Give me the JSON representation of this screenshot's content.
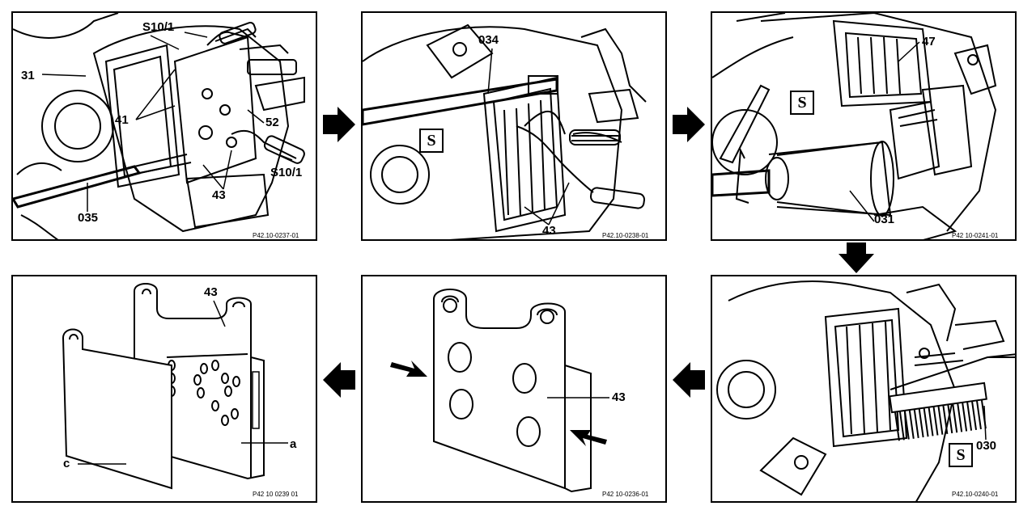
{
  "panels": [
    {
      "id": "p1",
      "code": "P42.10-0237-01",
      "labels": {
        "a": "S10/1",
        "b": "31",
        "c": "41",
        "d": "52",
        "e": "S10/1",
        "f": "43",
        "g": "035"
      }
    },
    {
      "id": "p2",
      "code": "P42.10-0238-01",
      "labels": {
        "a": "034",
        "b": "43"
      },
      "tool_icon": "S"
    },
    {
      "id": "p3",
      "code": "P42 10-0241-01",
      "labels": {
        "a": "47",
        "b": "031"
      },
      "tool_icon": "S"
    },
    {
      "id": "p4",
      "code": "P42 10 0239 01",
      "labels": {
        "a": "43",
        "b": "a",
        "c": "c"
      }
    },
    {
      "id": "p5",
      "code": "P42 10-0236-01",
      "labels": {
        "a": "43"
      }
    },
    {
      "id": "p6",
      "code": "P42.10-0240-01",
      "labels": {
        "a": "030"
      },
      "tool_icon": "S"
    }
  ],
  "icons": {
    "step_arrow": "bold-arrow-icon",
    "tool": "special-tool-icon",
    "push": "push-arrow-icon"
  }
}
